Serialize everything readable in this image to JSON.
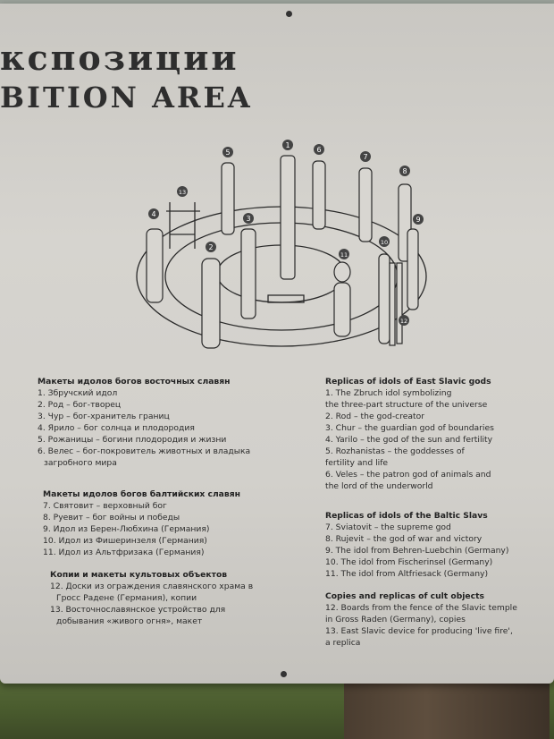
{
  "title": {
    "ru": "кспозиции",
    "en": "BITION AREA"
  },
  "diagram_numbers": [
    "1",
    "2",
    "3",
    "4",
    "5",
    "6",
    "7",
    "8",
    "9",
    "10",
    "11",
    "12",
    "13"
  ],
  "ru": {
    "s1": {
      "heading": "Макеты идолов богов восточных славян",
      "items": [
        "1. Збручский идол",
        "2. Род – бог-творец",
        "3. Чур – бог-хранитель границ",
        "4. Ярило – бог солнца и плодородия",
        "5. Рожаницы – богини плодородия и жизни",
        "6. Велес – бог-покровитель животных и владыка",
        "загробного мира"
      ]
    },
    "s2": {
      "heading": "Макеты идолов богов балтийских славян",
      "items": [
        "7. Святовит – верховный бог",
        "8. Руевит – бог войны и победы",
        "9. Идол из Берен-Любхина (Германия)",
        "10. Идол из Фишеринзеля (Германия)",
        "11. Идол из Альтфризака (Германия)"
      ]
    },
    "s3": {
      "heading": "Копии и макеты культовых объектов",
      "items": [
        "12. Доски из ограждения славянского храма в",
        "Гросс Радене (Германия), копии",
        "13. Восточнославянское устройство для",
        "добывания «живого огня», макет"
      ]
    }
  },
  "en": {
    "s1": {
      "heading": "Replicas of idols of East Slavic gods",
      "items": [
        "1. The Zbruch idol symbolizing",
        "the three-part structure of the universe",
        "2. Rod – the god-creator",
        "3. Chur – the guardian god of boundaries",
        "4. Yarilo – the god of the sun and fertility",
        "5. Rozhanistas – the goddesses of",
        "fertility and life",
        "6. Veles – the patron god of animals and",
        "the lord of the underworld"
      ]
    },
    "s2": {
      "heading": "Replicas of idols of the Baltic Slavs",
      "items": [
        "7. Sviatovit – the supreme god",
        "8. Rujevit – the god of war and victory",
        "9. The idol from Behren-Luebchin (Germany)",
        "10. The idol from Fischerinsel (Germany)",
        "11. The idol from Altfriesack (Germany)"
      ]
    },
    "s3": {
      "heading": "Copies and replicas of cult objects",
      "items": [
        "12. Boards from the fence of the Slavic temple",
        "in Gross Raden (Germany), copies",
        "13. East Slavic device for producing 'live fire',",
        "a replica"
      ]
    }
  }
}
